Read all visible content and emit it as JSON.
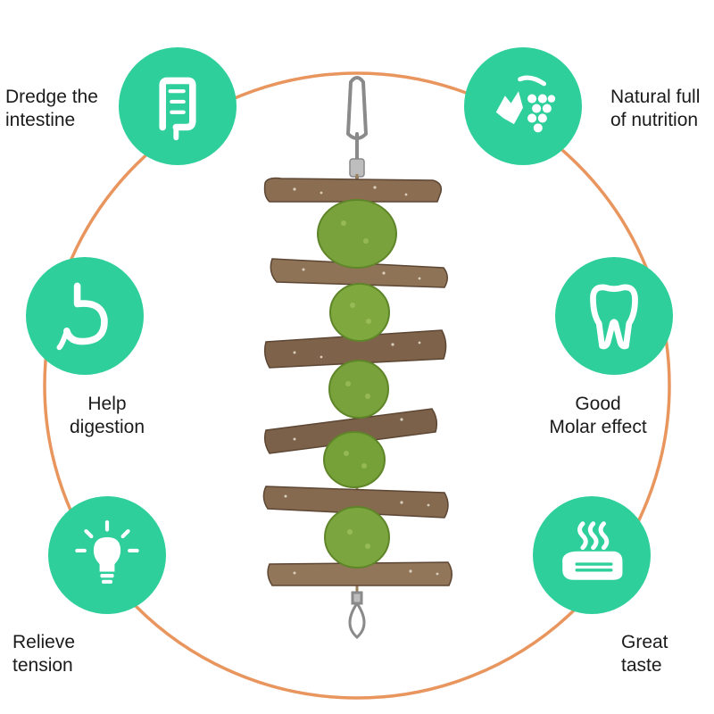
{
  "colors": {
    "accent": "#2fcf9b",
    "ring": "#e9955e",
    "wood": "#8b6d52",
    "pellet": "#7aa23c"
  },
  "benefits": [
    {
      "icon": "intestine-icon",
      "lines": [
        "Dredge the",
        "intestine"
      ]
    },
    {
      "icon": "grapes-leaf-icon",
      "lines": [
        "Natural full",
        "of nutrition"
      ]
    },
    {
      "icon": "stomach-icon",
      "lines": [
        "Help",
        "digestion"
      ]
    },
    {
      "icon": "tooth-icon",
      "lines": [
        "Good",
        "Molar effect"
      ]
    },
    {
      "icon": "lightbulb-icon",
      "lines": [
        "Relieve",
        "tension"
      ]
    },
    {
      "icon": "grilled-steak-icon",
      "lines": [
        "Great",
        "taste"
      ]
    }
  ]
}
